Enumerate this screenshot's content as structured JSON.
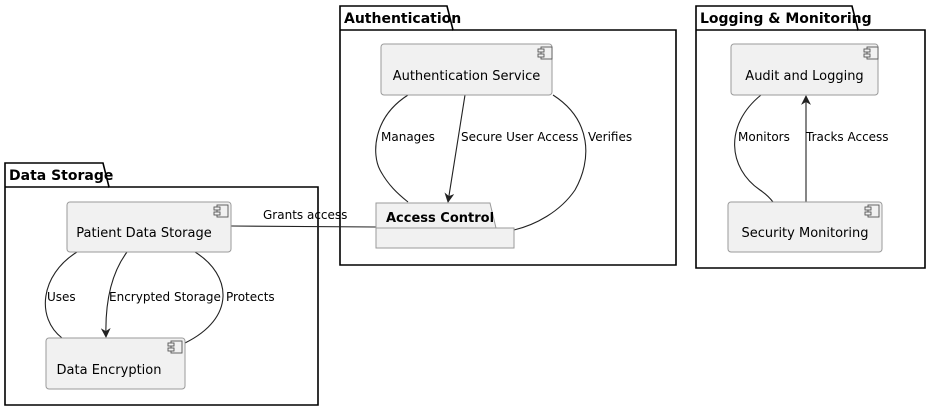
{
  "packages": {
    "authentication": {
      "title": "Authentication"
    },
    "logging": {
      "title": "Logging & Monitoring"
    },
    "storage": {
      "title": "Data Storage"
    }
  },
  "components": {
    "auth_service": {
      "label": "Authentication Service",
      "icon": "component-icon"
    },
    "access_control": {
      "label": "Access Control"
    },
    "audit_logging": {
      "label": "Audit and Logging",
      "icon": "component-icon"
    },
    "security_monitoring": {
      "label": "Security Monitoring",
      "icon": "component-icon"
    },
    "patient_storage": {
      "label": "Patient Data Storage",
      "icon": "component-icon"
    },
    "data_encryption": {
      "label": "Data Encryption",
      "icon": "component-icon"
    }
  },
  "edges": {
    "manages": "Manages",
    "secure_user_access": "Secure User Access",
    "verifies": "Verifies",
    "monitors": "Monitors",
    "tracks_access": "Tracks Access",
    "grants_access": "Grants access",
    "uses": "Uses",
    "encrypted_storage": "Encrypted Storage",
    "protects": "Protects"
  }
}
